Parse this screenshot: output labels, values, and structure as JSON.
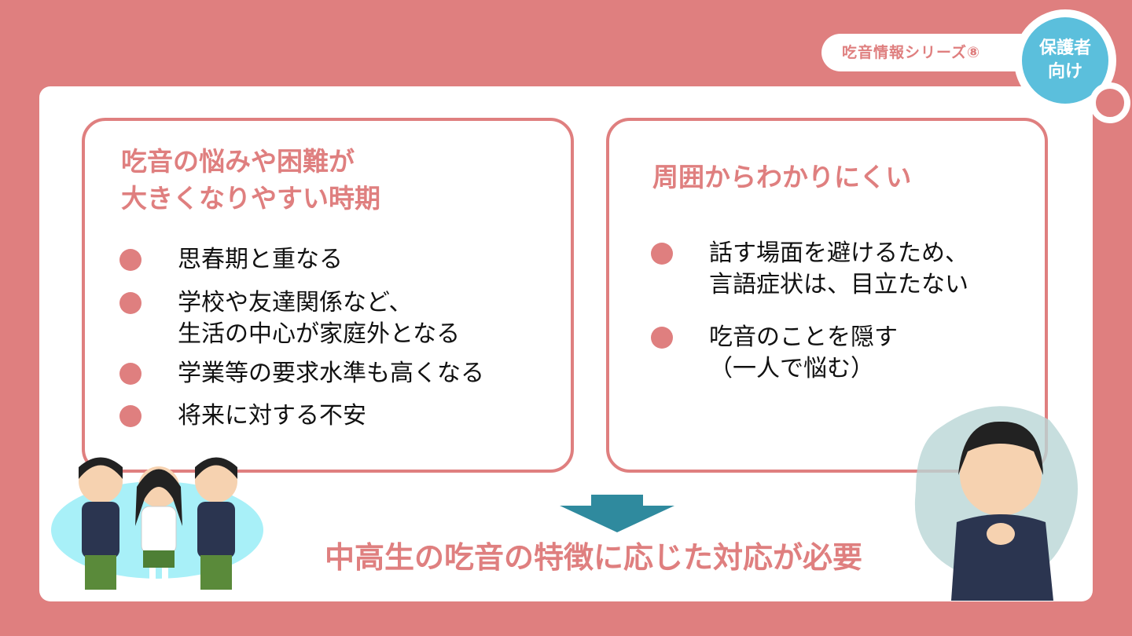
{
  "header": {
    "series": "吃音情報シリーズ⑧",
    "audience_line1": "保護者",
    "audience_line2": "向け"
  },
  "left": {
    "title_line1": "吃音の悩みや困難が",
    "title_line2": "大きくなりやすい時期",
    "items": [
      [
        "思春期と重なる"
      ],
      [
        "学校や友達関係など、",
        "生活の中心が家庭外となる"
      ],
      [
        "学業等の要求水準も高くなる"
      ],
      [
        "将来に対する不安"
      ]
    ]
  },
  "right": {
    "title": "周囲からわかりにくい",
    "items": [
      [
        "話す場面を避けるため、",
        "言語症状は、目立たない"
      ],
      [
        "吃音のことを隠す",
        "（一人で悩む）"
      ]
    ]
  },
  "conclusion": "中高生の吃音の特徴に応じた対応が必要",
  "colors": {
    "background": "#df7f7f",
    "accent_blue": "#5bbfdc",
    "arrow": "#2f8a9e"
  }
}
